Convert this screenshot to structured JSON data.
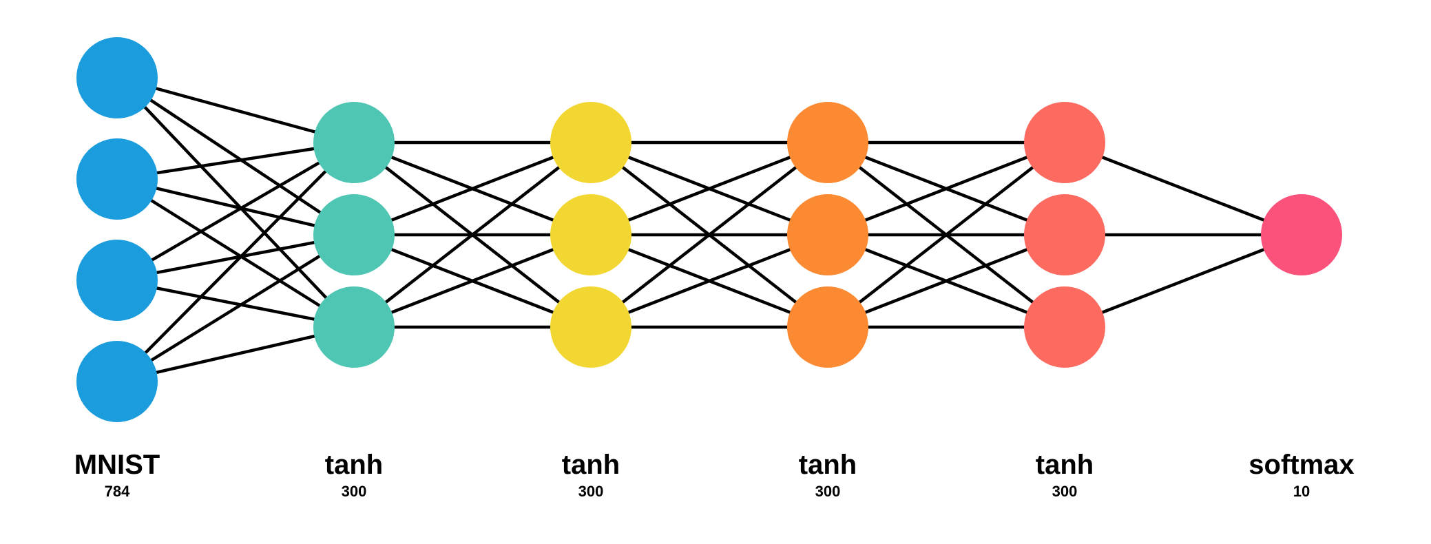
{
  "layers": [
    {
      "name": "MNIST",
      "size": "784",
      "color": "#1b9cdc",
      "nodes": 4
    },
    {
      "name": "tanh",
      "size": "300",
      "color": "#4ec6b3",
      "nodes": 3
    },
    {
      "name": "tanh",
      "size": "300",
      "color": "#f2d631",
      "nodes": 3
    },
    {
      "name": "tanh",
      "size": "300",
      "color": "#fc8a32",
      "nodes": 3
    },
    {
      "name": "tanh",
      "size": "300",
      "color": "#fd6a60",
      "nodes": 3
    },
    {
      "name": "softmax",
      "size": "10",
      "color": "#fb527b",
      "nodes": 1
    }
  ],
  "edge_color": "#000000"
}
